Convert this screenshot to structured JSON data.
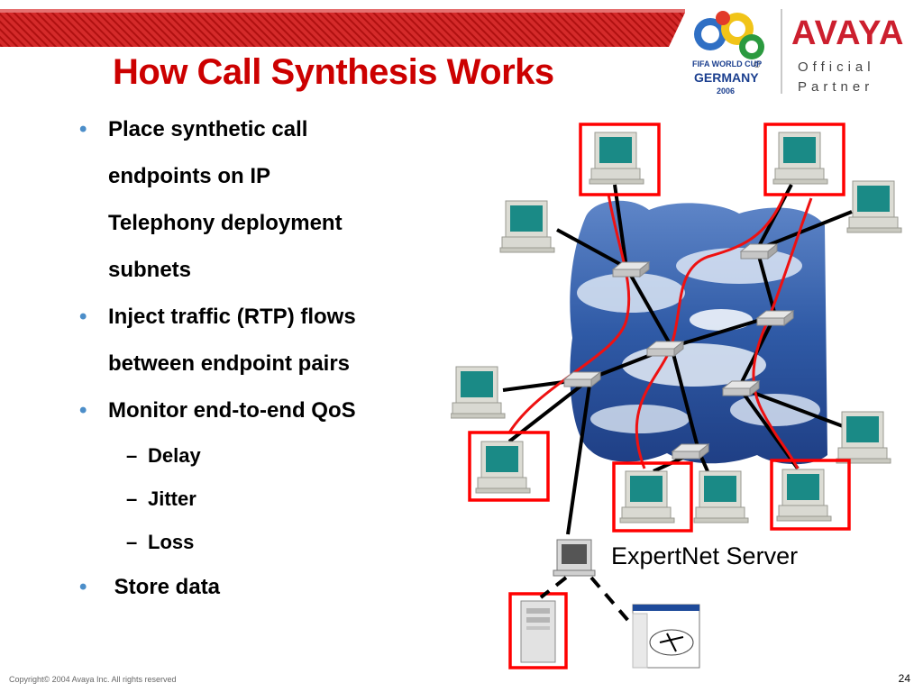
{
  "slide": {
    "title": "How Call Synthesis Works",
    "bullets": [
      {
        "lines": [
          "Place synthetic call",
          "endpoints on IP",
          "Telephony deployment",
          "subnets"
        ]
      },
      {
        "lines": [
          "Inject traffic (RTP) flows",
          "between endpoint pairs"
        ]
      },
      {
        "lines": [
          "Monitor end-to-end QoS"
        ]
      },
      {
        "lines": [
          " Store data"
        ]
      }
    ],
    "sub_bullets": [
      "Delay",
      "Jitter",
      "Loss"
    ],
    "bullet_marker": "•",
    "sub_marker": "–"
  },
  "logos": {
    "avaya": "AVAYA",
    "official": "Official",
    "partner": "Partner",
    "fifa_line1": "FIFA WORLD CUP",
    "fifa_line2": "GERMANY",
    "fifa_line3": "2006",
    "copyright_mark": "©"
  },
  "diagram": {
    "server_label": "ExpertNet Server",
    "icons": [
      "desktop-computer-icon",
      "router-icon",
      "server-tower-icon",
      "monitor-icon",
      "screenshot-window-icon",
      "cloud-icon"
    ]
  },
  "footer": {
    "copyright": "Copyright© 2004 Avaya Inc. All rights reserved",
    "page_number": "24"
  },
  "colors": {
    "title": "#cc0000",
    "bullet": "#4c8ec9",
    "highlight_box": "#ff0000",
    "link_line": "#000000",
    "top_bar": "#cc1f1f",
    "avaya": "#cc1f2e"
  }
}
